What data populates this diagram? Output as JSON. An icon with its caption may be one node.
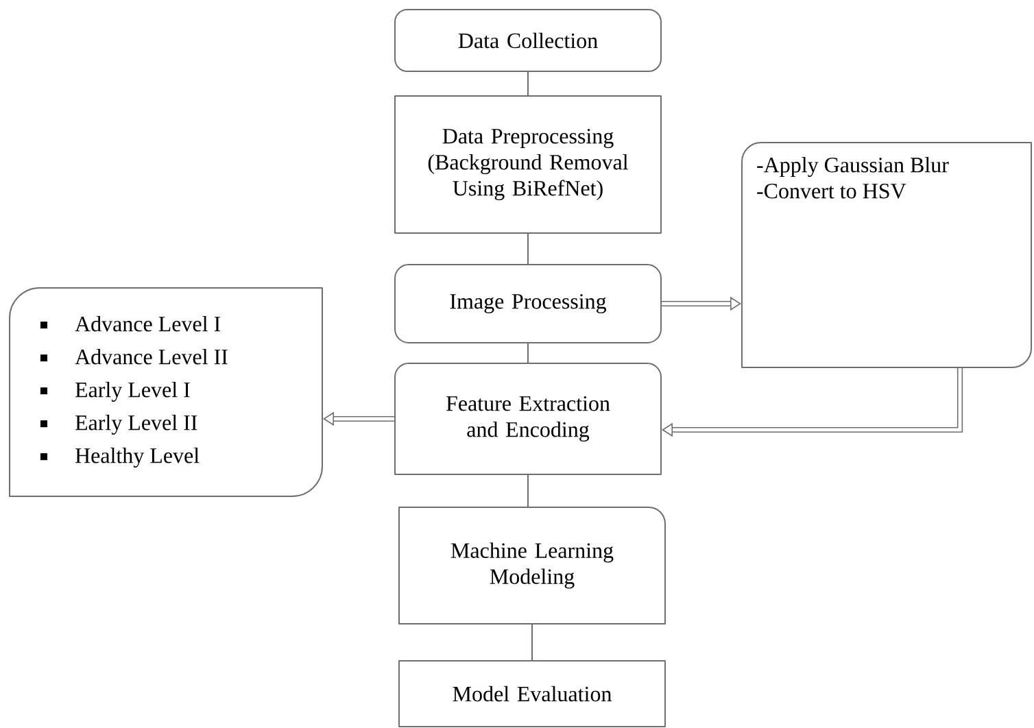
{
  "diagram": {
    "nodes": [
      {
        "text": [
          "Data Collection"
        ]
      },
      {
        "text": [
          "Data Preprocessing (Background Removal Using BiRefNet)"
        ]
      },
      {
        "text": [
          "Image Processing"
        ]
      },
      {
        "text": [
          "Feature Extraction and Encoding"
        ]
      },
      {
        "text": [
          "Machine Learning Modeling"
        ]
      },
      {
        "text": [
          "Model Evaluation"
        ]
      },
      {
        "text": [
          "-Apply Gaussian Blur",
          "-Convert to HSV"
        ]
      },
      {
        "text": [
          "Advance Level I",
          "Advance Level II",
          "Early Level I",
          "Early Level II",
          "Healthy Level"
        ]
      }
    ],
    "edges": [
      {
        "from": 0,
        "to": 1,
        "arrow": "none"
      },
      {
        "from": 1,
        "to": 2,
        "arrow": "none"
      },
      {
        "from": 2,
        "to": 3,
        "arrow": "none"
      },
      {
        "from": 3,
        "to": 4,
        "arrow": "none"
      },
      {
        "from": 4,
        "to": 5,
        "arrow": "none"
      },
      {
        "from": 2,
        "to": 6,
        "arrow": "to",
        "style": "thick"
      },
      {
        "from": 6,
        "to": 3,
        "arrow": "to",
        "style": "thick"
      },
      {
        "from": 3,
        "to": 7,
        "arrow": "to",
        "style": "thick"
      }
    ]
  }
}
